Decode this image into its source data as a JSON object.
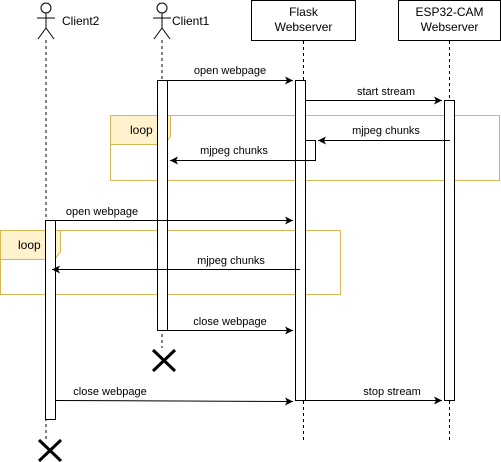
{
  "participants": {
    "client2": "Client2",
    "client1": "Client1",
    "flask_line1": "Flask",
    "flask_line2": "Webserver",
    "esp_line1": "ESP32-CAM",
    "esp_line2": "Webserver"
  },
  "messages": {
    "m1": "open webpage",
    "m2": "start stream",
    "m3": "mjpeg chunks",
    "m4": "mjpeg chunks",
    "m5": "open webpage",
    "m6": "mjpeg chunks",
    "m7": "close webpage",
    "m8": "close webpage",
    "m9": "stop stream"
  },
  "fragments": {
    "loop1": "loop",
    "loop2": "loop"
  },
  "colors": {
    "loop_border": "#d6b656",
    "loop_tab": "#fff2cc"
  }
}
